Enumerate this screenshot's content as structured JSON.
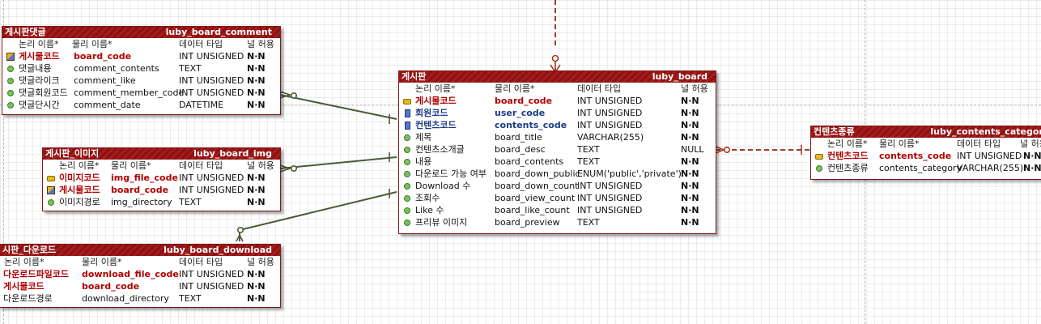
{
  "colors": {
    "header_bg": "#a51c1c",
    "border": "#7a1a1a",
    "pk_text": "#b00000",
    "fk_text": "#1d3b86",
    "identifying_rel": "#4a5a3a",
    "non_identifying_rel": "#a03a28"
  },
  "entities": {
    "comment": {
      "logical_name": "게시판댓글",
      "physical_name": "luby_board_comment",
      "columns_header": {
        "logical": "논리 이름*",
        "physical": "물리 이름*",
        "type": "데이터 타입",
        "null": "널 허용"
      },
      "rows": [
        {
          "icon": "pk-fk-icon",
          "logical": "게시물코드",
          "physical": "board_code",
          "type": "INT UNSIGNED",
          "null": "N·N",
          "kind": "pk"
        },
        {
          "icon": "column-icon",
          "logical": "댓글내용",
          "physical": "comment_contents",
          "type": "TEXT",
          "null": "N·N",
          "kind": "normal"
        },
        {
          "icon": "column-icon",
          "logical": "댓글라이크",
          "physical": "comment_like",
          "type": "INT UNSIGNED",
          "null": "N·N",
          "kind": "normal"
        },
        {
          "icon": "column-icon",
          "logical": "댓글회원코드",
          "physical": "comment_member_code",
          "type": "INT UNSIGNED",
          "null": "N·N",
          "kind": "normal"
        },
        {
          "icon": "column-icon",
          "logical": "댓글단시간",
          "physical": "comment_date",
          "type": "DATETIME",
          "null": "N·N",
          "kind": "normal"
        }
      ]
    },
    "img": {
      "logical_name": "게시판_이미지",
      "physical_name": "luby_board_img",
      "columns_header": {
        "logical": "논리 이름*",
        "physical": "물리 이름*",
        "type": "데이터 타입",
        "null": "널 허용"
      },
      "rows": [
        {
          "icon": "key-icon",
          "logical": "이미지코드",
          "physical": "img_file_code",
          "type": "INT UNSIGNED",
          "null": "N·N",
          "kind": "pk"
        },
        {
          "icon": "pk-fk-icon",
          "logical": "게시물코드",
          "physical": "board_code",
          "type": "INT UNSIGNED",
          "null": "N·N",
          "kind": "pk"
        },
        {
          "icon": "column-icon",
          "logical": "이미지경로",
          "physical": "img_directory",
          "type": "TEXT",
          "null": "N·N",
          "kind": "normal"
        }
      ]
    },
    "download": {
      "logical_name": "시판_다운로드",
      "physical_name": "luby_board_download",
      "columns_header": {
        "logical": "논리 이름*",
        "physical": "물리 이름*",
        "type": "데이터 타입",
        "null": "널 허용"
      },
      "rows": [
        {
          "icon": "",
          "logical": "다운로드파일코드",
          "physical": "download_file_code",
          "type": "INT UNSIGNED",
          "null": "N·N",
          "kind": "pk"
        },
        {
          "icon": "",
          "logical": "게시물코드",
          "physical": "board_code",
          "type": "INT UNSIGNED",
          "null": "N·N",
          "kind": "pk"
        },
        {
          "icon": "",
          "logical": "다운로드경로",
          "physical": "download_directory",
          "type": "TEXT",
          "null": "N·N",
          "kind": "normal"
        }
      ]
    },
    "board": {
      "logical_name": "게시판",
      "physical_name": "luby_board",
      "columns_header": {
        "logical": "논리 이름*",
        "physical": "물리 이름*",
        "type": "데이터 타입",
        "null": "널 허용"
      },
      "rows": [
        {
          "icon": "key-icon",
          "logical": "게시물코드",
          "physical": "board_code",
          "type": "INT UNSIGNED",
          "null": "N·N",
          "kind": "pk"
        },
        {
          "icon": "fk-icon",
          "logical": "회원코드",
          "physical": "user_code",
          "type": "INT UNSIGNED",
          "null": "N·N",
          "kind": "fk"
        },
        {
          "icon": "fk-icon",
          "logical": "컨텐츠코드",
          "physical": "contents_code",
          "type": "INT UNSIGNED",
          "null": "N·N",
          "kind": "fk"
        },
        {
          "icon": "column-icon",
          "logical": "제목",
          "physical": "board_title",
          "type": "VARCHAR(255)",
          "null": "N·N",
          "kind": "normal"
        },
        {
          "icon": "column-icon",
          "logical": "컨텐츠소개글",
          "physical": "board_desc",
          "type": "TEXT",
          "null": "NULL",
          "kind": "normal"
        },
        {
          "icon": "column-icon",
          "logical": "내용",
          "physical": "board_contents",
          "type": "TEXT",
          "null": "N·N",
          "kind": "normal"
        },
        {
          "icon": "column-icon",
          "logical": "다운로드 가능 여부",
          "physical": "board_down_public",
          "type": "ENUM('public','private')",
          "null": "N·N",
          "kind": "normal"
        },
        {
          "icon": "column-icon",
          "logical": "Download 수",
          "physical": "board_down_count",
          "type": "INT UNSIGNED",
          "null": "N·N",
          "kind": "normal"
        },
        {
          "icon": "column-icon",
          "logical": "조회수",
          "physical": "board_view_count",
          "type": "INT UNSIGNED",
          "null": "N·N",
          "kind": "normal"
        },
        {
          "icon": "column-icon",
          "logical": "Like 수",
          "physical": "board_like_count",
          "type": "INT UNSIGNED",
          "null": "N·N",
          "kind": "normal"
        },
        {
          "icon": "column-icon",
          "logical": "프리뷰 이미지",
          "physical": "board_preview",
          "type": "TEXT",
          "null": "N·N",
          "kind": "normal"
        }
      ]
    },
    "contents": {
      "logical_name": "컨텐츠종류",
      "physical_name": "luby_contents_category",
      "columns_header": {
        "logical": "논리 이름*",
        "physical": "물리 이름*",
        "type": "데이터 타입",
        "null": "널 허용"
      },
      "rows": [
        {
          "icon": "key-icon",
          "logical": "컨텐츠코드",
          "physical": "contents_code",
          "type": "INT UNSIGNED",
          "null": "N·N",
          "kind": "pk"
        },
        {
          "icon": "column-icon",
          "logical": "컨텐츠종류",
          "physical": "contents_category",
          "type": "VARCHAR(255)",
          "null": "N·N",
          "kind": "normal"
        }
      ]
    }
  }
}
